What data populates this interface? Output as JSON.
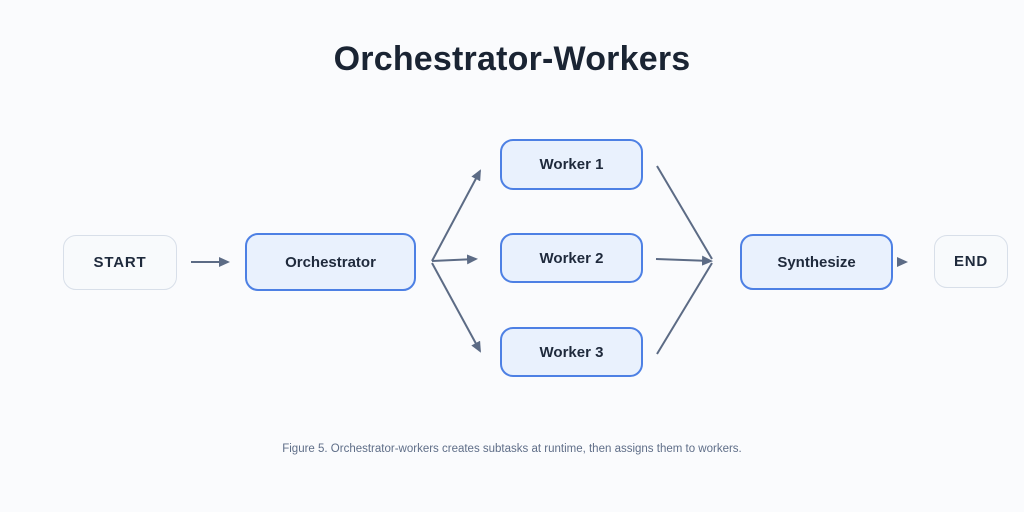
{
  "title": "Orchestrator-Workers",
  "caption": "Figure 5. Orchestrator-workers creates subtasks at runtime, then assigns them to workers.",
  "nodes": {
    "start": {
      "label": "START",
      "style": "neutral"
    },
    "orchestrator": {
      "label": "Orchestrator",
      "style": "primary"
    },
    "worker1": {
      "label": "Worker 1",
      "style": "primary"
    },
    "worker2": {
      "label": "Worker 2",
      "style": "primary"
    },
    "worker3": {
      "label": "Worker 3",
      "style": "primary"
    },
    "synthesize": {
      "label": "Synthesize",
      "style": "primary"
    },
    "end": {
      "label": "END",
      "style": "neutral"
    }
  },
  "edges": [
    {
      "from": "START",
      "to": "Orchestrator"
    },
    {
      "from": "Orchestrator",
      "to": "Worker 1"
    },
    {
      "from": "Orchestrator",
      "to": "Worker 2"
    },
    {
      "from": "Orchestrator",
      "to": "Worker 3"
    },
    {
      "from": "Worker 1",
      "to": "Synthesize"
    },
    {
      "from": "Worker 2",
      "to": "Synthesize"
    },
    {
      "from": "Worker 3",
      "to": "Synthesize"
    },
    {
      "from": "Synthesize",
      "to": "END"
    }
  ],
  "colors": {
    "background": "#fafbfd",
    "title_text": "#1a2433",
    "node_text": "#1f2a3c",
    "blue_node_fill": "#e9f1fd",
    "blue_node_border": "#4d80e4",
    "gray_node_fill": "#f8fafc",
    "gray_node_border": "#d8dfe9",
    "arrow": "#5c6b85",
    "caption_text": "#5f6e88"
  }
}
